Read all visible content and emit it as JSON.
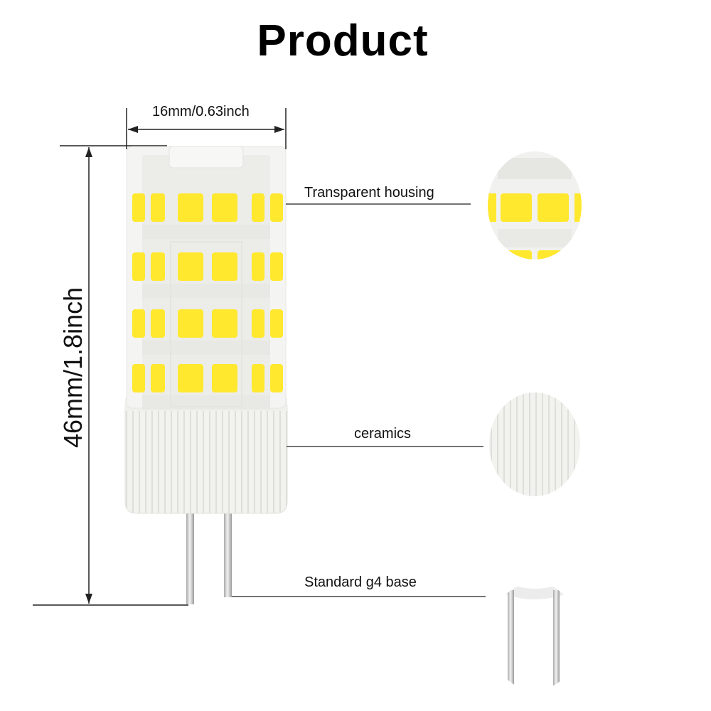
{
  "title": "Product",
  "dimensions": {
    "width": "16mm/0.63inch",
    "height": "46mm/1.8inch"
  },
  "callouts": [
    {
      "label": "Transparent housing"
    },
    {
      "label": "ceramics"
    },
    {
      "label": "Standard g4 base"
    }
  ],
  "colors": {
    "led_chip": "#ffe82e",
    "ceramic": "#f1f1ee",
    "housing": "#f3f3f1",
    "pin": "#d7d7d7"
  }
}
